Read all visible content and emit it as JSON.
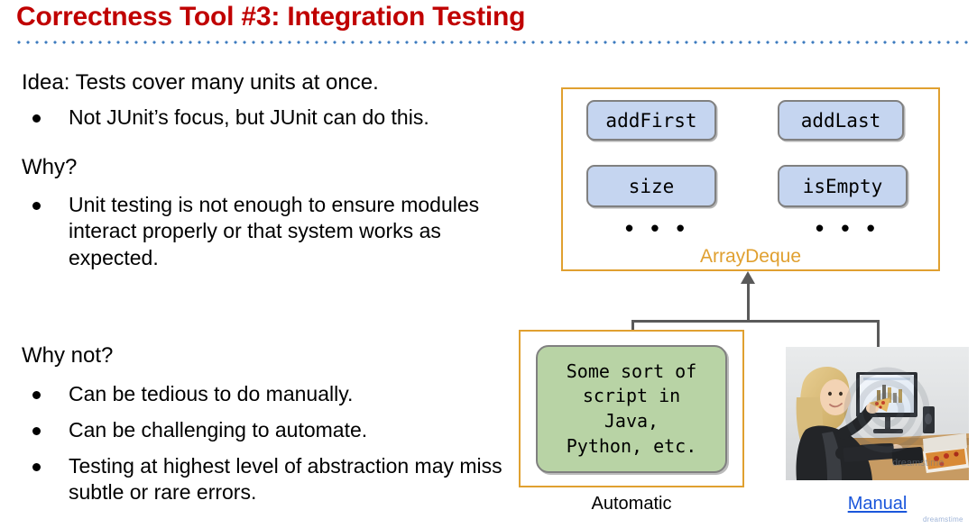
{
  "slide": {
    "title": "Correctness Tool #3: Integration Testing",
    "title_color": "#C00000",
    "divider_color": "#3E7BBF"
  },
  "body": {
    "lead_idea": "Idea: Tests cover many units at once.",
    "idea_bullets": [
      "Not JUnit’s focus, but JUnit can do this."
    ],
    "lead_why": "Why?",
    "why_bullets": [
      "Unit testing is not enough to ensure modules interact properly or that system works as expected."
    ],
    "lead_why_not": "Why not?",
    "why_not_bullets": [
      "Can be tedious to do manually.",
      "Can be challenging to automate.",
      "Testing at highest level of abstraction may miss subtle or rare errors."
    ]
  },
  "diagram": {
    "class_box": {
      "label": "ArrayDeque",
      "border_color": "#E0A030",
      "label_color": "#E0A030",
      "methods": [
        {
          "name": "addFirst"
        },
        {
          "name": "addLast"
        },
        {
          "name": "size"
        },
        {
          "name": "isEmpty"
        }
      ],
      "ellipsis_left": "• • •",
      "ellipsis_right": "• • •",
      "method_fill": "#C5D5F0",
      "method_border": "#808080"
    },
    "automatic": {
      "caption": "Automatic",
      "script_text": "Some sort of\nscript in\nJava,\nPython, etc.",
      "script_fill": "#B8D3A5",
      "box_border_color": "#E0A030"
    },
    "manual": {
      "caption": "Manual",
      "caption_color": "#1A56DB",
      "photo_alt": "woman-eating-pizza-at-desk-photo",
      "photo_watermark": "dreamstime"
    },
    "connector_color": "#5A5A5A"
  }
}
